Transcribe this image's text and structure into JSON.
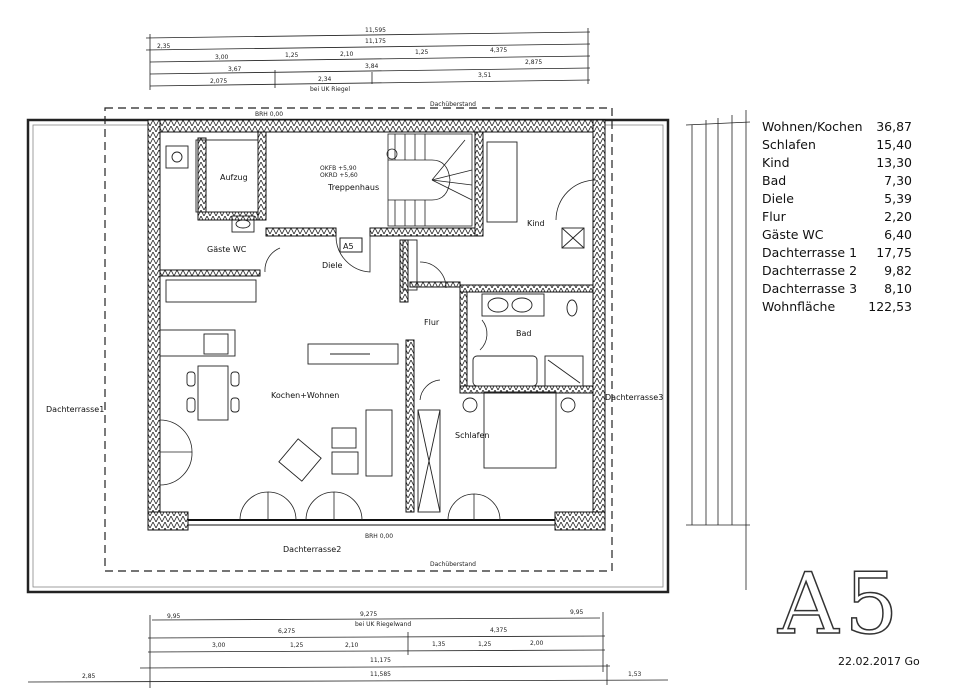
{
  "plan": {
    "rooms": {
      "aufzug": "Aufzug",
      "treppenhaus": "Treppenhaus",
      "gaeste_wc": "Gäste WC",
      "diele": "Diele",
      "kind": "Kind",
      "flur": "Flur",
      "bad": "Bad",
      "kochen_wohnen": "Kochen+Wohnen",
      "schlafen": "Schlafen",
      "dachterrasse1": "Dachterrasse1",
      "dachterrasse2": "Dachterrasse2",
      "dachterrasse3": "Dachterrasse3"
    },
    "unit_tag": "A5",
    "level_note_1": "OKFB +5,90",
    "level_note_2": "OKRD +5,60",
    "roof_edge": "Dachüberstand",
    "brh": "BRH 0,00",
    "top_dims": [
      "11,595",
      "11,175",
      "2,35",
      "3,00",
      "1,25",
      "2,10",
      "1,25",
      "4,375",
      "3,67",
      "3,84",
      "2,875",
      "2,075",
      "2,34",
      "3,51",
      "bei UK Riegel"
    ],
    "bottom_dims": [
      "9,275",
      "9,95",
      "6,275",
      "4,375",
      "3,00",
      "1,25",
      "2,10",
      "1,35",
      "1,25",
      "2,00",
      "11,175",
      "11,585",
      "2,85",
      "1,53",
      "bei UK Riegelwand"
    ]
  },
  "areas": [
    {
      "name": "Wohnen/Kochen",
      "value": "36,87"
    },
    {
      "name": "Schlafen",
      "value": "15,40"
    },
    {
      "name": "Kind",
      "value": "13,30"
    },
    {
      "name": "Bad",
      "value": "7,30"
    },
    {
      "name": "Diele",
      "value": "5,39"
    },
    {
      "name": "Flur",
      "value": "2,20"
    },
    {
      "name": "Gäste WC",
      "value": "6,40"
    },
    {
      "name": "Dachterrasse 1",
      "value": "17,75"
    },
    {
      "name": "Dachterrasse 2",
      "value": "9,82"
    },
    {
      "name": "Dachterrasse 3",
      "value": "8,10"
    },
    {
      "name": "Wohnfläche",
      "value": "122,53"
    }
  ],
  "stamp": {
    "label": "A5",
    "date": "22.02.2017 Go"
  }
}
